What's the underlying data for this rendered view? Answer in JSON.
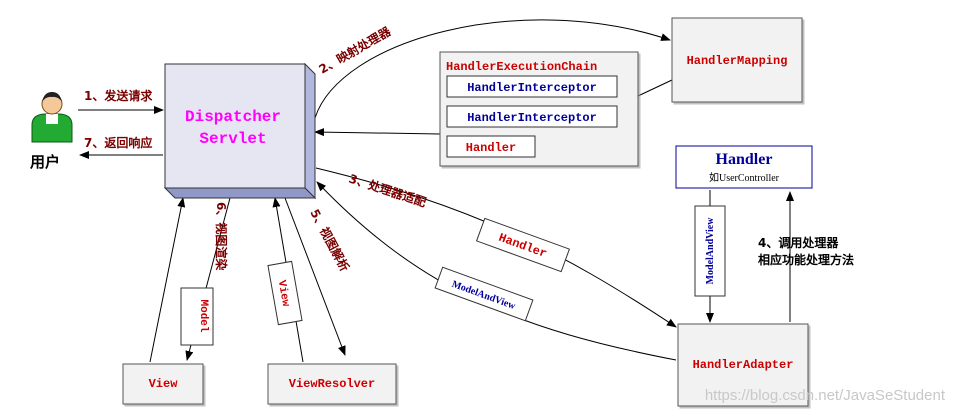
{
  "user": {
    "label": "用户",
    "icon": "user-icon"
  },
  "dispatcher": {
    "line1": "Dispatcher",
    "line2": "Servlet"
  },
  "handler_mapping": {
    "label": "HandlerMapping"
  },
  "execution_chain": {
    "title": "HandlerExecutionChain",
    "interceptor_1": "HandlerInterceptor",
    "interceptor_2": "HandlerInterceptor",
    "handler": "Handler"
  },
  "handler_box": {
    "title": "Handler",
    "subtitle": "如UserController"
  },
  "handler_adapter": {
    "label": "HandlerAdapter"
  },
  "view": {
    "label": "View"
  },
  "view_resolver": {
    "label": "ViewResolver"
  },
  "steps": {
    "send_request": "1、发送请求",
    "return_response": "7、返回响应",
    "map_handler": "2、映射处理器",
    "adapt_handler": "3、处理器适配",
    "invoke_line1": "4、调用处理器",
    "invoke_line2": "相应功能处理方法",
    "resolve_view": "5、视图解析",
    "render_view": "6、视图渲染"
  },
  "tags": {
    "handler": "Handler",
    "model_and_view_diag": "ModelAndView",
    "model_and_view_vert": "ModelAndView",
    "view": "View",
    "model": "Model"
  },
  "watermark": "https://blog.csdn.net/JavaSeStudent",
  "colors": {
    "red_text": "#cc0000",
    "blue_text": "#000099",
    "magenta_text": "#ff00ff",
    "step_text": "#7a0000",
    "dispatcher_fill": "#e6e6f2",
    "cube_side": "#b0b8e0",
    "box_border": "#555555",
    "user_body": "#22aa33"
  }
}
